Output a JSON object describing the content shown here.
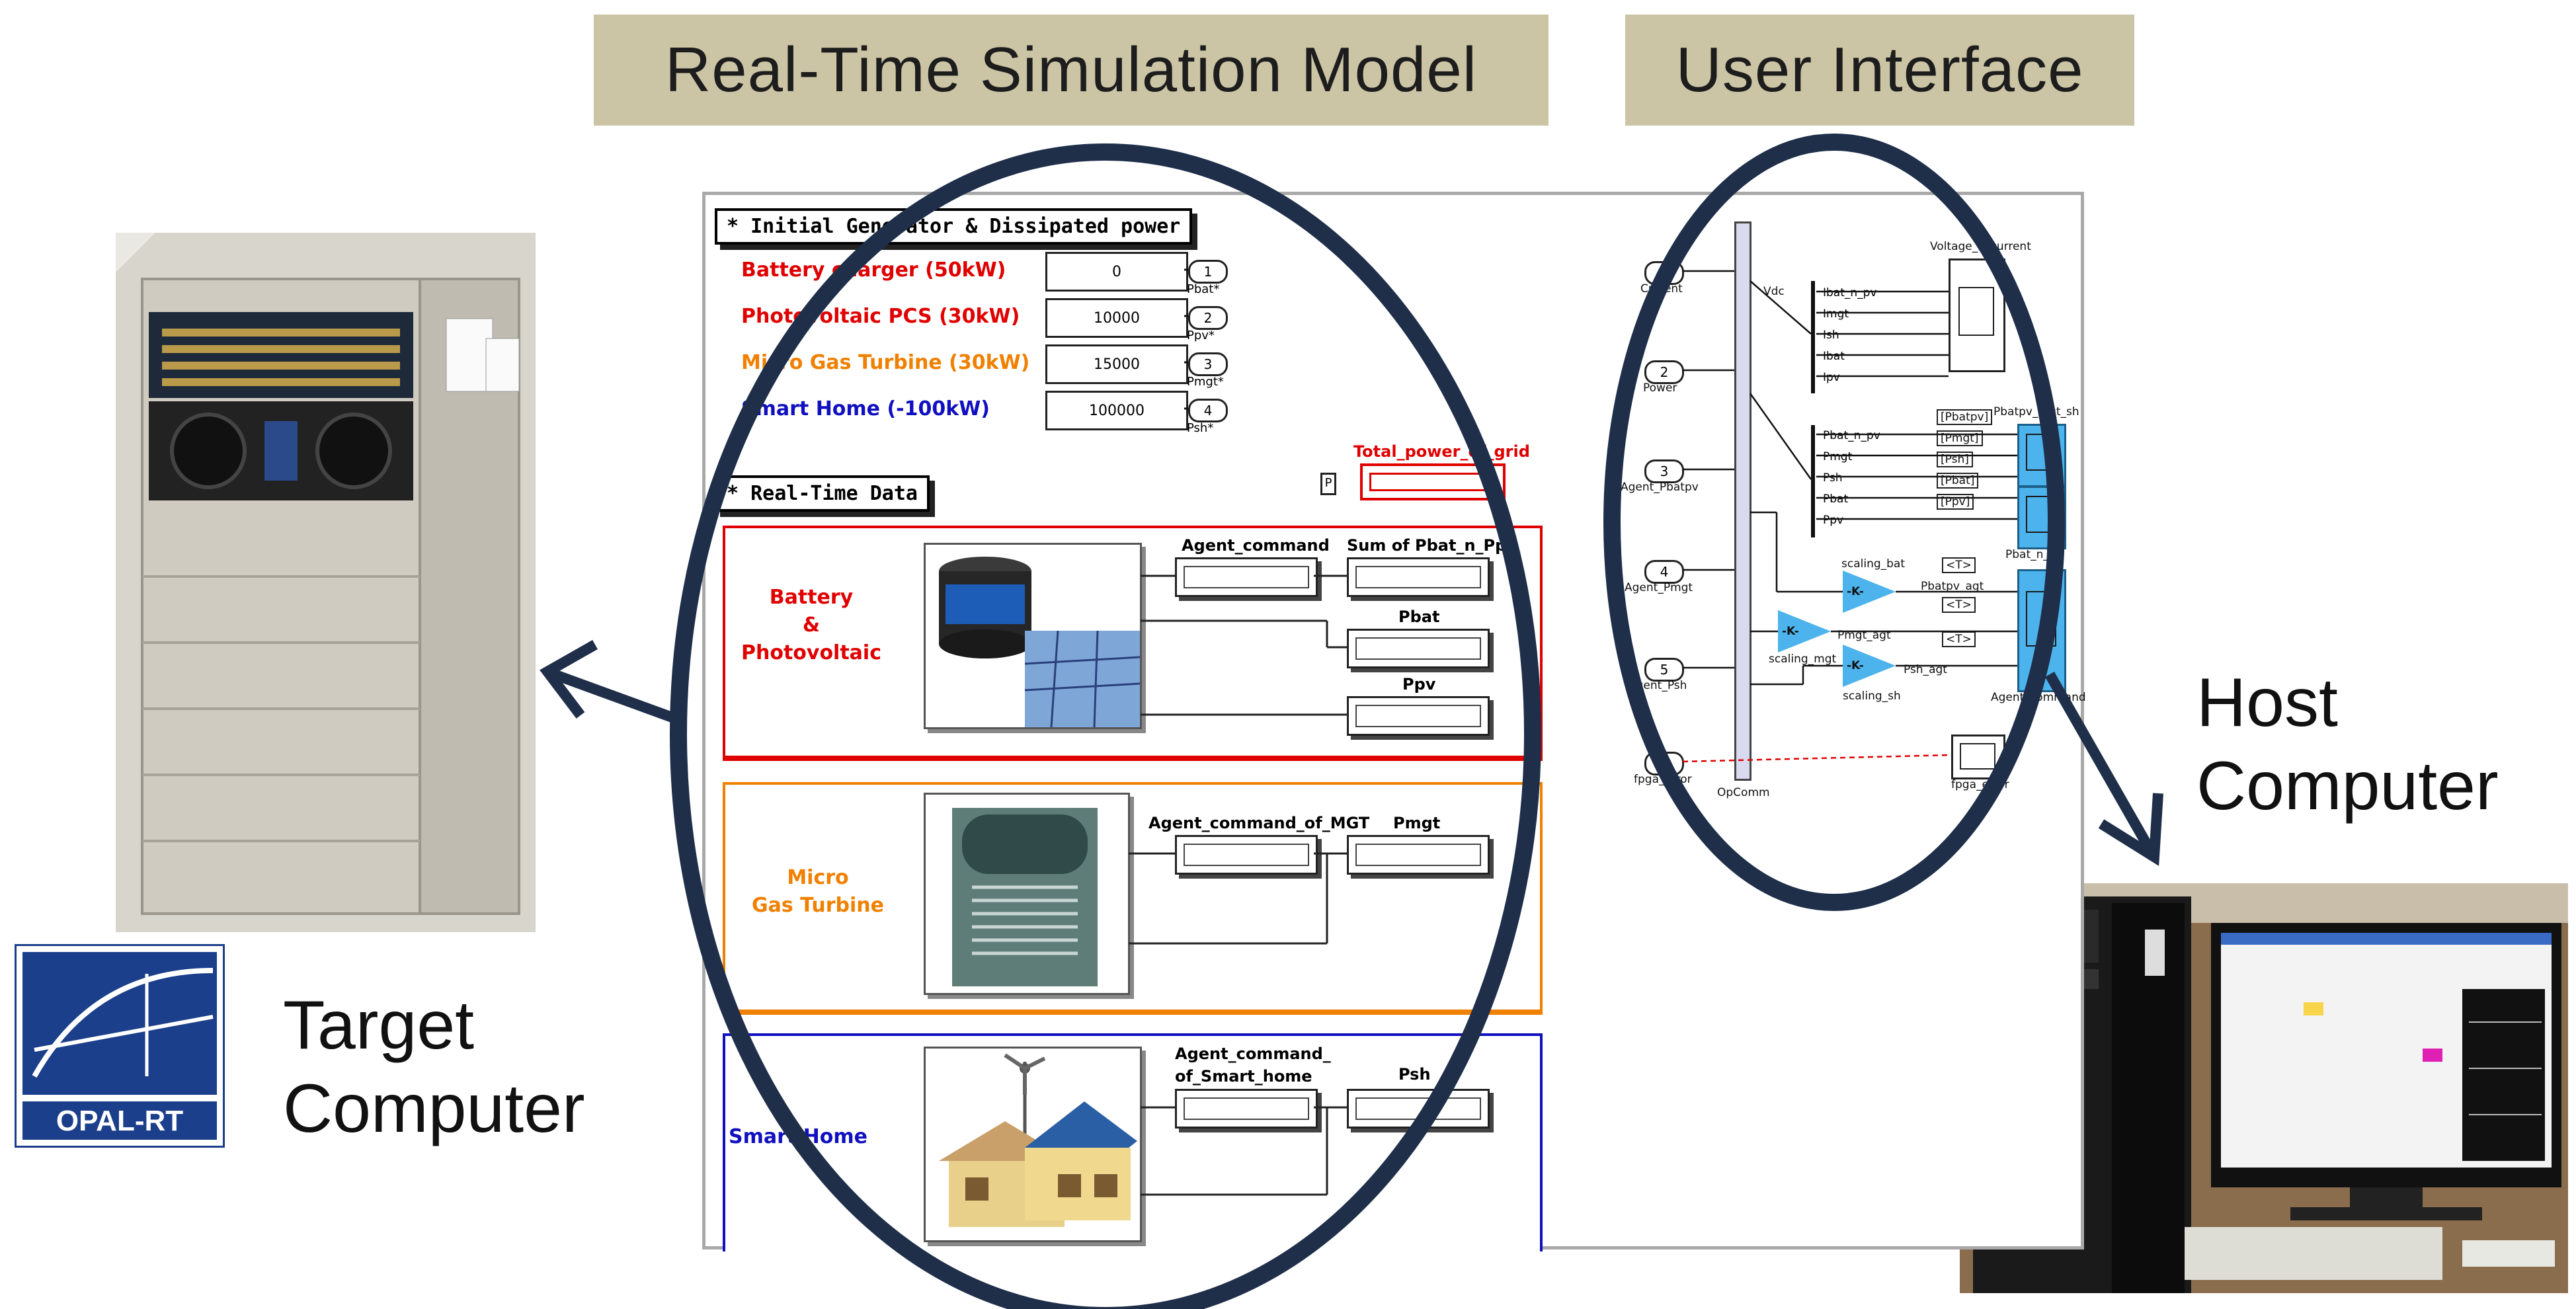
{
  "banners": {
    "sim_model": "Real-Time Simulation Model",
    "user_interface": "User Interface"
  },
  "labels": {
    "target_line1": "Target",
    "target_line2": "Computer",
    "host_line1": "Host",
    "host_line2": "Computer",
    "opal_logo": "OPAL-RT"
  },
  "sim": {
    "init_header": "* Initial Generator & Dissipated power",
    "sources": [
      {
        "label": "Battery charger (50kW)",
        "value": "0",
        "port": "1",
        "port_label": "Pbat*",
        "color": "#e00000"
      },
      {
        "label": "Photovoltaic PCS (30kW)",
        "value": "10000",
        "port": "2",
        "port_label": "Ppv*",
        "color": "#e00000"
      },
      {
        "label": "Micro Gas Turbine (30kW)",
        "value": "15000",
        "port": "3",
        "port_label": "Pmgt*",
        "color": "#f08000"
      },
      {
        "label": "Smart Home (-100kW)",
        "value": "100000",
        "port": "4",
        "port_label": "Psh*",
        "color": "#1010c0"
      }
    ],
    "total_power_label": "Total_power_of_grid",
    "total_port": "P",
    "rt_header": "* Real-Time Data",
    "battery": {
      "title_line1": "Battery",
      "title_line2": "&",
      "title_line3": "Photovoltaic",
      "agent_command": "Agent_command",
      "sum": "Sum of Pbat_n_Ppv",
      "pbat": "Pbat",
      "ppv": "Ppv",
      "color": "#e00000"
    },
    "mgt": {
      "title_line1": "Micro",
      "title_line2": "Gas Turbine",
      "agent_command": "Agent_command_of_MGT",
      "pmgt": "Pmgt",
      "color": "#f08000"
    },
    "home": {
      "title": "Smart Home",
      "agent_command_line1": "Agent_command_",
      "agent_command_line2": "of_Smart_home",
      "psh": "Psh",
      "color": "#1010c0"
    }
  },
  "ui": {
    "inports": [
      {
        "num": "1",
        "label": "Current"
      },
      {
        "num": "2",
        "label": "Power"
      },
      {
        "num": "3",
        "label": "Agent_Pbatpv"
      },
      {
        "num": "4",
        "label": "Agent_Pmgt"
      },
      {
        "num": "5",
        "label": "Agent_Psh"
      },
      {
        "num": "6",
        "label": "fpga_error"
      }
    ],
    "opcomm": "OpComm",
    "vdc": "Vdc",
    "bus1": [
      "Ibat_n_pv",
      "Imgt",
      "Ish",
      "Ibat",
      "Ipv"
    ],
    "bus2": [
      "Pbat_n_pv",
      "Pmgt",
      "Psh",
      "Pbat",
      "Ppv"
    ],
    "gotos": [
      "[Pbatpv]",
      "[Pmgt]",
      "[Psh]",
      "[Pbat]",
      "[Ppv]"
    ],
    "scope_voltage": "Voltage_n_current",
    "scope_pbat": "Pbatpv_mgt_sh",
    "scope_pbat_bottom": "Pbat_n_pv",
    "scope_agent": "Agent_command",
    "scope_fpga": "fpga_error",
    "gains": [
      {
        "label": "scaling_bat",
        "out": "Pbatpv_agt",
        "sym": "-K-"
      },
      {
        "label": "scaling_mgt",
        "out": "Pmgt_agt",
        "sym": "-K-"
      },
      {
        "label": "scaling_sh",
        "out": "Psh_agt",
        "sym": "-K-"
      }
    ],
    "goto_T": "<T>"
  },
  "colors": {
    "banner": "#cbc4a5",
    "ellipse": "#1f2f4a",
    "arrow": "#1f2f4a",
    "scope_blue": "#4db3ec"
  }
}
